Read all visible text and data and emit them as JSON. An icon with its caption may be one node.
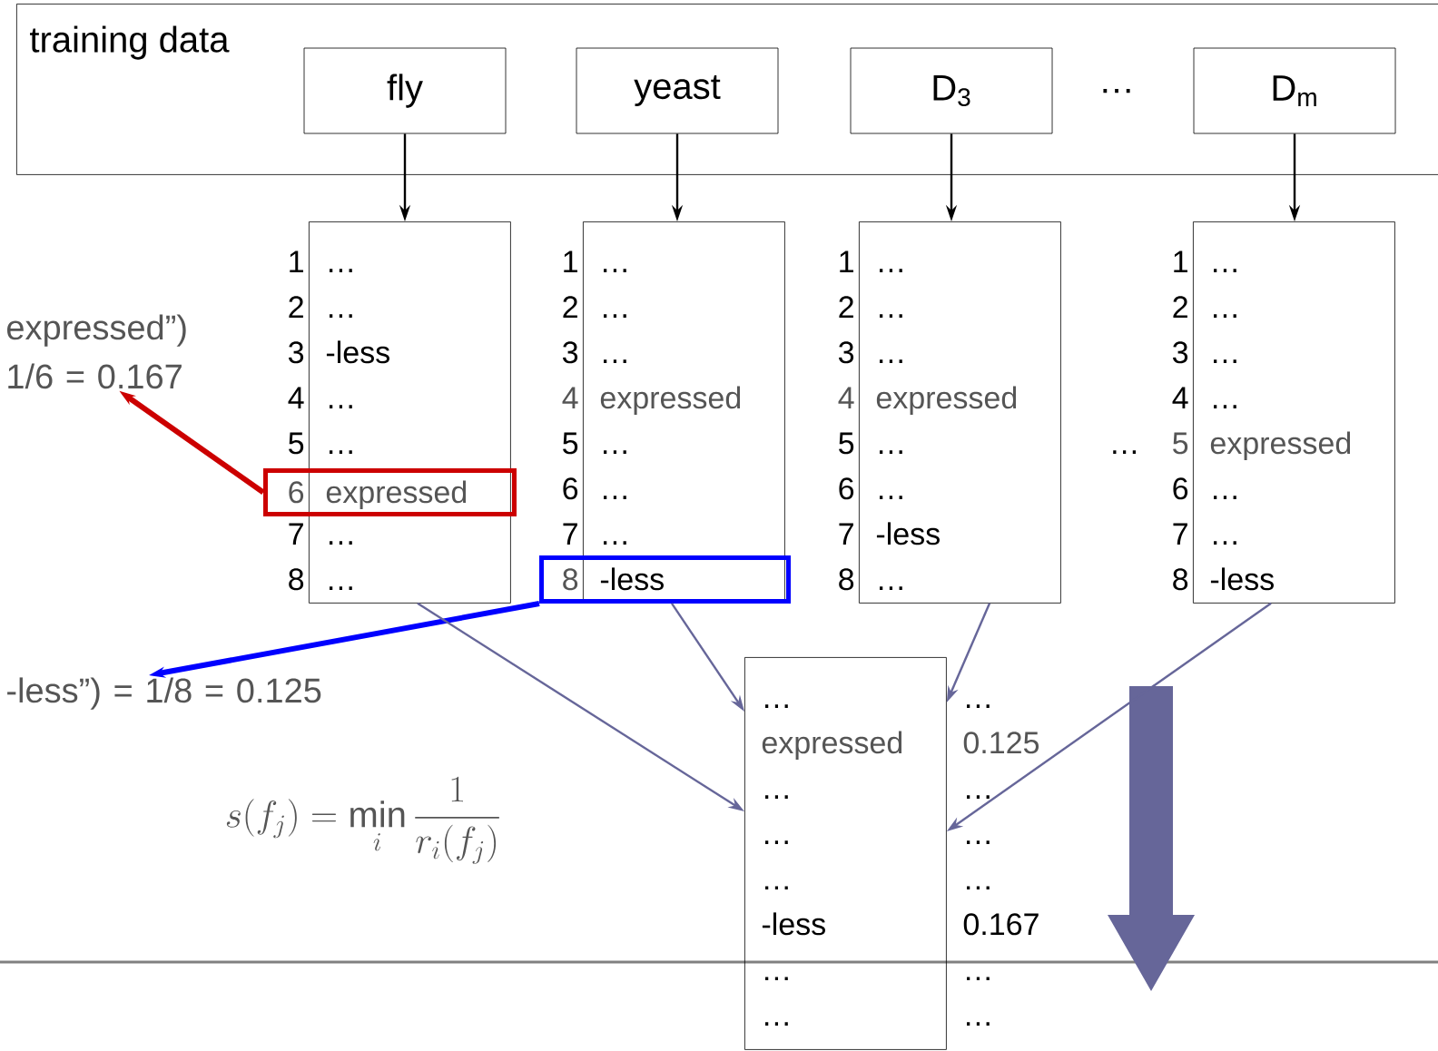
{
  "diagram": {
    "nodes": [
      {
        "text": [
          "training data"
        ]
      },
      {
        "text": [
          "fly"
        ],
        "in": 0
      },
      {
        "text": [
          "yeast"
        ],
        "in": 0
      },
      {
        "text": [
          "D$_{3}$"
        ],
        "in": 0
      },
      {
        "text": [
          "D$_{m}$"
        ],
        "in": 0
      },
      {
        "text": [
          "…",
          "…",
          "-less",
          "…",
          "…",
          "…",
          "…"
        ],
        "beside": [
          "1",
          "2",
          "3",
          "4",
          "5",
          "7",
          "8"
        ]
      },
      {
        "text": [
          "…",
          "…",
          "…",
          "expressed",
          "…",
          "…",
          "…"
        ],
        "beside": [
          "1",
          "2",
          "3",
          "4",
          "5",
          "6",
          "7"
        ]
      },
      {
        "text": [
          "…",
          "…",
          "…",
          "expressed",
          "…",
          "…",
          "-less",
          "…"
        ],
        "beside": [
          "1",
          "2",
          "3",
          "4",
          "5",
          "6",
          "7",
          "8"
        ]
      },
      {
        "text": [
          "…",
          "…",
          "…",
          "…",
          "expressed",
          "…",
          "…",
          "-less"
        ],
        "beside": [
          "1",
          "2",
          "3",
          "4",
          "5",
          "6",
          "7",
          "8"
        ]
      },
      {
        "text": [
          "expressed”) 1/6 = 0.167"
        ]
      },
      {
        "text": [
          "6",
          "expressed"
        ]
      },
      {
        "text": [
          "8",
          "-less"
        ]
      },
      {
        "text": [
          "-less”) = 1/8 = 0.125"
        ]
      },
      {
        "text": [
          "…",
          "expressed",
          "…",
          "…",
          "…",
          "-less",
          "…",
          "…"
        ],
        "beside": [
          "…",
          "0.125",
          "…",
          "…",
          "…",
          "0.167",
          "…",
          "…"
        ]
      }
    ],
    "edges": [
      {
        "from": 1,
        "to": 5,
        "arrow": "to"
      },
      {
        "from": 2,
        "to": 6,
        "arrow": "to"
      },
      {
        "from": 3,
        "to": 7,
        "arrow": "to"
      },
      {
        "from": 4,
        "to": 8,
        "arrow": "to"
      },
      {
        "from": 10,
        "to": 9,
        "arrow": "to",
        "style": "thick",
        "color": "#cc0000"
      },
      {
        "from": 11,
        "to": 12,
        "arrow": "to",
        "style": "thick",
        "color": "#0000ff"
      },
      {
        "from": 5,
        "to": 13,
        "arrow": "to",
        "color": "#666699"
      },
      {
        "from": 6,
        "to": 13,
        "arrow": "to",
        "color": "#666699"
      },
      {
        "from": 7,
        "to": 13,
        "arrow": "to",
        "color": "#666699"
      },
      {
        "from": 8,
        "to": 13,
        "arrow": "to",
        "color": "#666699"
      }
    ],
    "labels": [
      "…",
      "…",
      "s(f_j) = \\min_i \\frac{1}{r_i(f_j)}"
    ]
  }
}
